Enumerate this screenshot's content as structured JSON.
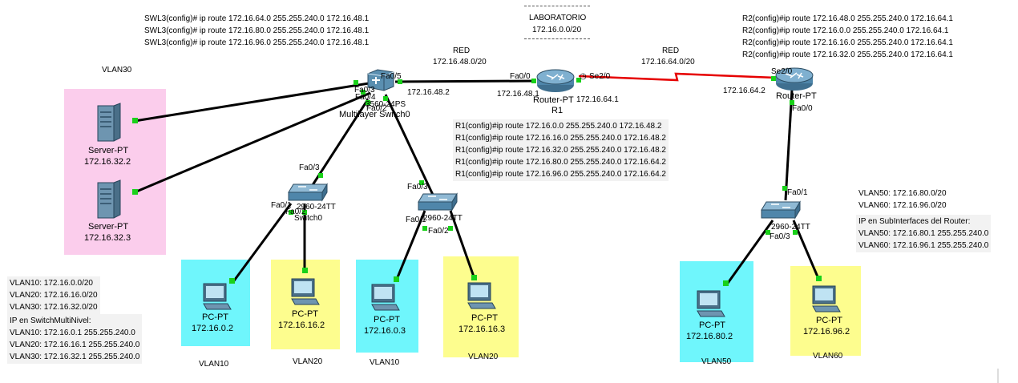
{
  "lab": {
    "title": "LABORATORIO",
    "network": "172.16.0.0/20"
  },
  "configs": {
    "swl3": [
      "SWL3(config)# ip route 172.16.64.0 255.255.240.0 172.16.48.1",
      "SWL3(config)# ip route 172.16.80.0 255.255.240.0 172.16.48.1",
      "SWL3(config)# ip route 172.16.96.0 255.255.240.0 172.16.48.1"
    ],
    "r1": [
      "R1(config)#ip route 172.16.0.0 255.255.240.0 172.16.48.2",
      "R1(config)#ip route 172.16.16.0 255.255.240.0 172.16.48.2",
      "R1(config)#ip route 172.16.32.0 255.255.240.0 172.16.48.2",
      "R1(config)#ip route 172.16.80.0 255.255.240.0 172.16.64.2",
      "R1(config)#ip route 172.16.96.0 255.255.240.0 172.16.64.2"
    ],
    "r2": [
      "R2(config)#ip route 172.16.48.0 255.255.240.0 172.16.64.1",
      "R2(config)#ip route 172.16.0.0 255.255.240.0 172.16.64.1",
      "R2(config)#ip route 172.16.16.0 255.255.240.0 172.16.64.1",
      "R2(config)#ip route 172.16.32.0 255.255.240.0 172.16.64.1"
    ]
  },
  "nets": {
    "red1": {
      "label": "RED",
      "ip": "172.16.48.0/20"
    },
    "red2": {
      "label": "RED",
      "ip": "172.16.64.0/20"
    }
  },
  "addresses": {
    "swl3_fa05": "172.16.48.2",
    "r1_fa00": "172.16.48.1",
    "r1_se20": "172.16.64.1",
    "r2_se20": "172.16.64.2"
  },
  "devices": {
    "mls": {
      "label1": "3560-24PS",
      "label2": "Multilayer Switch0"
    },
    "r1": {
      "label1": "Router-PT",
      "label2": "R1"
    },
    "r2": {
      "label1": "Router-PT"
    },
    "sw0": {
      "label1": "2960-24TT",
      "label2": "Switch0"
    },
    "sw1": {
      "label1": "2960-24TT"
    },
    "sw2": {
      "label1": "2960-24TT"
    },
    "srv1": {
      "label1": "Server-PT",
      "label2": "172.16.32.2"
    },
    "srv2": {
      "label1": "Server-PT",
      "label2": "172.16.32.3"
    },
    "pc1": {
      "label1": "PC-PT",
      "label2": "172.16.0.2"
    },
    "pc2": {
      "label1": "PC-PT",
      "label2": "172.16.16.2"
    },
    "pc3": {
      "label1": "PC-PT",
      "label2": "172.16.0.3"
    },
    "pc4": {
      "label1": "PC-PT",
      "label2": "172.16.16.3"
    },
    "pc5": {
      "label1": "PC-PT",
      "label2": "172.16.80.2"
    },
    "pc6": {
      "label1": "PC-PT",
      "label2": "172.16.96.2"
    }
  },
  "ports": {
    "mls_fa05": "Fa0/5",
    "mls_fa03": "Fa0/3",
    "mls_fa04": "Fa0/4",
    "mls_fa02": "Fa0/2",
    "r1_fa00": "Fa0/0",
    "r1_se20": "Se2/0",
    "r2_se20": "Se2/0",
    "r2_fa00": "Fa0/0",
    "sw0_fa03": "Fa0/3",
    "sw0_fa01": "Fa0/1",
    "sw0_fa02": "Fa0/2",
    "sw1_fa03": "Fa0/3",
    "sw1_fa01": "Fa0/1",
    "sw1_fa02": "Fa0/2",
    "sw2_fa01": "Fa0/1",
    "sw2_fa03": "Fa0/3"
  },
  "vlan_tags": {
    "vlan30": "VLAN30",
    "pc1": "VLAN10",
    "pc2": "VLAN20",
    "pc3": "VLAN10",
    "pc4": "VLAN20",
    "pc5": "VLAN50",
    "pc6": "VLAN60"
  },
  "left_info": {
    "vlans": [
      "VLAN10: 172.16.0.0/20",
      "VLAN20: 172.16.16.0/20",
      "VLAN30: 172.16.32.0/20"
    ],
    "ip_title": "IP en SwitchMultiNivel:",
    "ips": [
      "VLAN10: 172.16.0.1 255.255.240.0",
      "VLAN20: 172.16.16.1 255.255.240.0",
      "VLAN30: 172.16.32.1 255.255.240.0"
    ]
  },
  "right_info": {
    "vlans": [
      "VLAN50: 172.16.80.0/20",
      "VLAN60: 172.16.96.0/20"
    ],
    "ip_title": "IP en SubInterfaces del Router:",
    "ips": [
      "VLAN50: 172.16.80.1 255.255.240.0",
      "VLAN60: 172.16.96.1 255.255.240.0"
    ]
  },
  "colors": {
    "pink": "#fbcdec",
    "cyan": "#6ff6fc",
    "yellow": "#fdfd8e",
    "serial": "#e60000",
    "link_dot": "#19d119"
  }
}
